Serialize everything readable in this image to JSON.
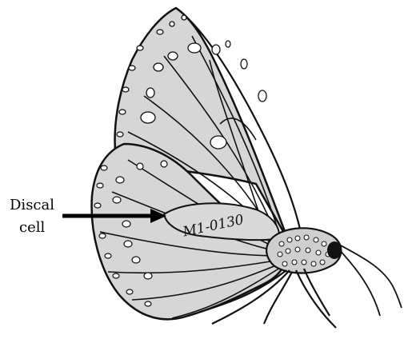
{
  "annotation": {
    "label_line1": "Discal",
    "label_line2": "cell"
  },
  "tag": {
    "code": "M1-0130"
  },
  "colors": {
    "wing_fill": "#d6d6d6",
    "outline": "#111111",
    "spots": "#ffffff",
    "arrow": "#000000"
  },
  "icons": {
    "pointer": "arrow-right-icon"
  }
}
